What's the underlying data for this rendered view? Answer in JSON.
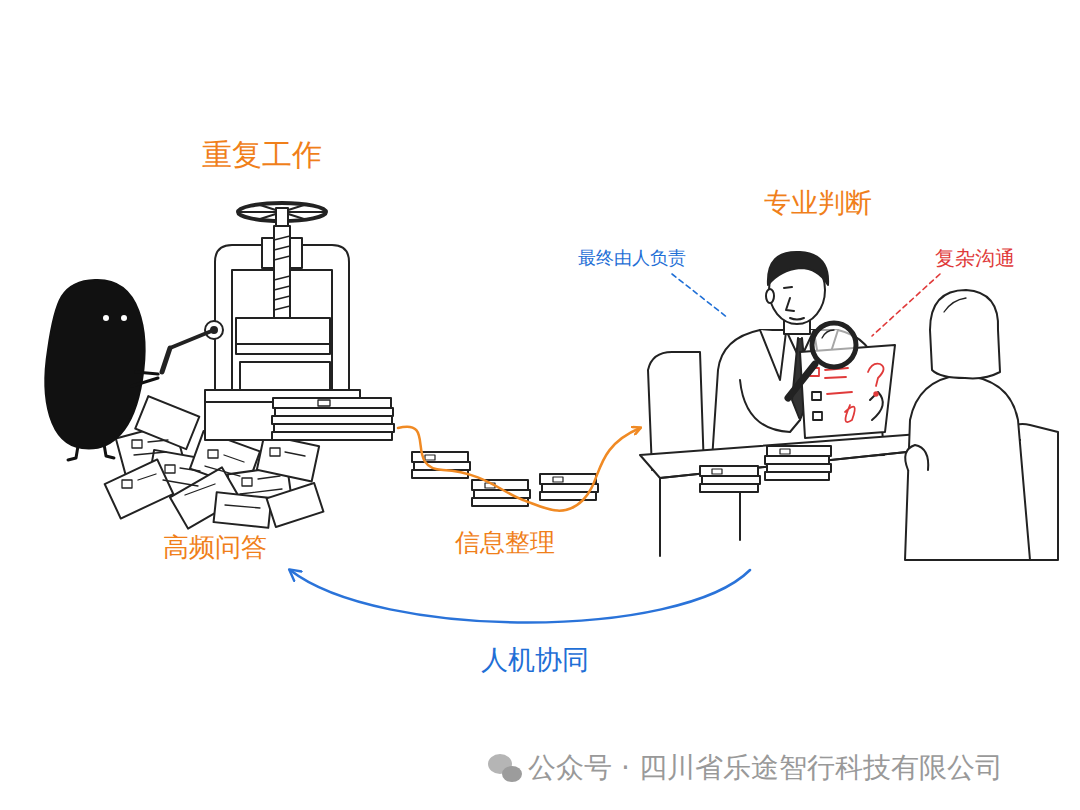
{
  "diagram": {
    "nodes": [
      {
        "text": [
          "重复工作",
          "高频问答"
        ]
      },
      {
        "text": [
          "专业判断",
          "最终由人负责",
          "复杂沟通"
        ]
      }
    ],
    "edges": [
      {
        "from": 0,
        "to": 1,
        "arrow": "to",
        "label": "信息整理"
      },
      {
        "from": 1,
        "to": 0,
        "arrow": "to",
        "label": "人机协同"
      }
    ],
    "labels": [
      "公众号 · 四川省乐途智行科技有限公司"
    ]
  }
}
